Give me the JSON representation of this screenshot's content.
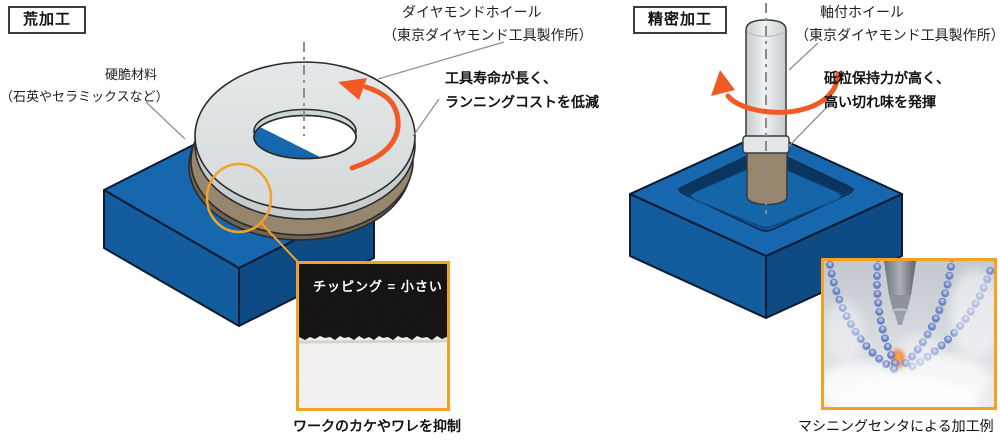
{
  "colors": {
    "accent_orange": "#f15a24",
    "highlight_amber": "#f3a226",
    "block_blue_top": "#1767ae",
    "block_blue_left": "#135c9e",
    "block_blue_right": "#0e4a84",
    "block_blue_shadow": "#0a3560",
    "wheel_gray_top": "#dde2e3",
    "wheel_gray_side": "#c6cdcf",
    "abrasive_brown": "#95866d",
    "leader_gray": "#8f8f8f",
    "background": "#ffffff"
  },
  "left": {
    "header": "荒加工",
    "material_label": {
      "line1": "硬脆材料",
      "line2": "（石英やセラミックスなど）"
    },
    "wheel_label": {
      "line1": "ダイヤモンドホイール",
      "line2": "（東京ダイヤモンド工具製作所）"
    },
    "benefit": {
      "line1": "工具寿命が長く、",
      "line2": "ランニングコストを低減"
    },
    "inset": {
      "label": "チッピング = 小さい",
      "caption": "ワークのカケやワレを抑制"
    }
  },
  "right": {
    "header": "精密加工",
    "wheel_label": {
      "line1": "軸付ホイール",
      "line2": "（東京ダイヤモンド工具製作所）"
    },
    "benefit": {
      "line1": "砥粒保持力が高く、",
      "line2": "高い切れ味を発揮"
    },
    "photo": {
      "caption": "マシニングセンタによる加工例"
    }
  }
}
